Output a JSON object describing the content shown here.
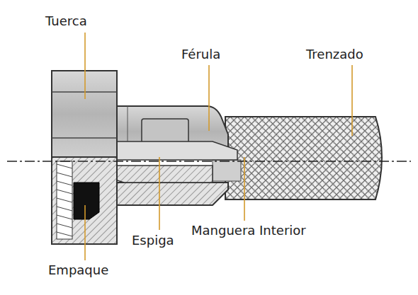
{
  "diagram": {
    "labels": [
      "Tuerca",
      "Férula",
      "Trenzado",
      "Espiga",
      "Manguera Interior",
      "Empaque"
    ]
  }
}
